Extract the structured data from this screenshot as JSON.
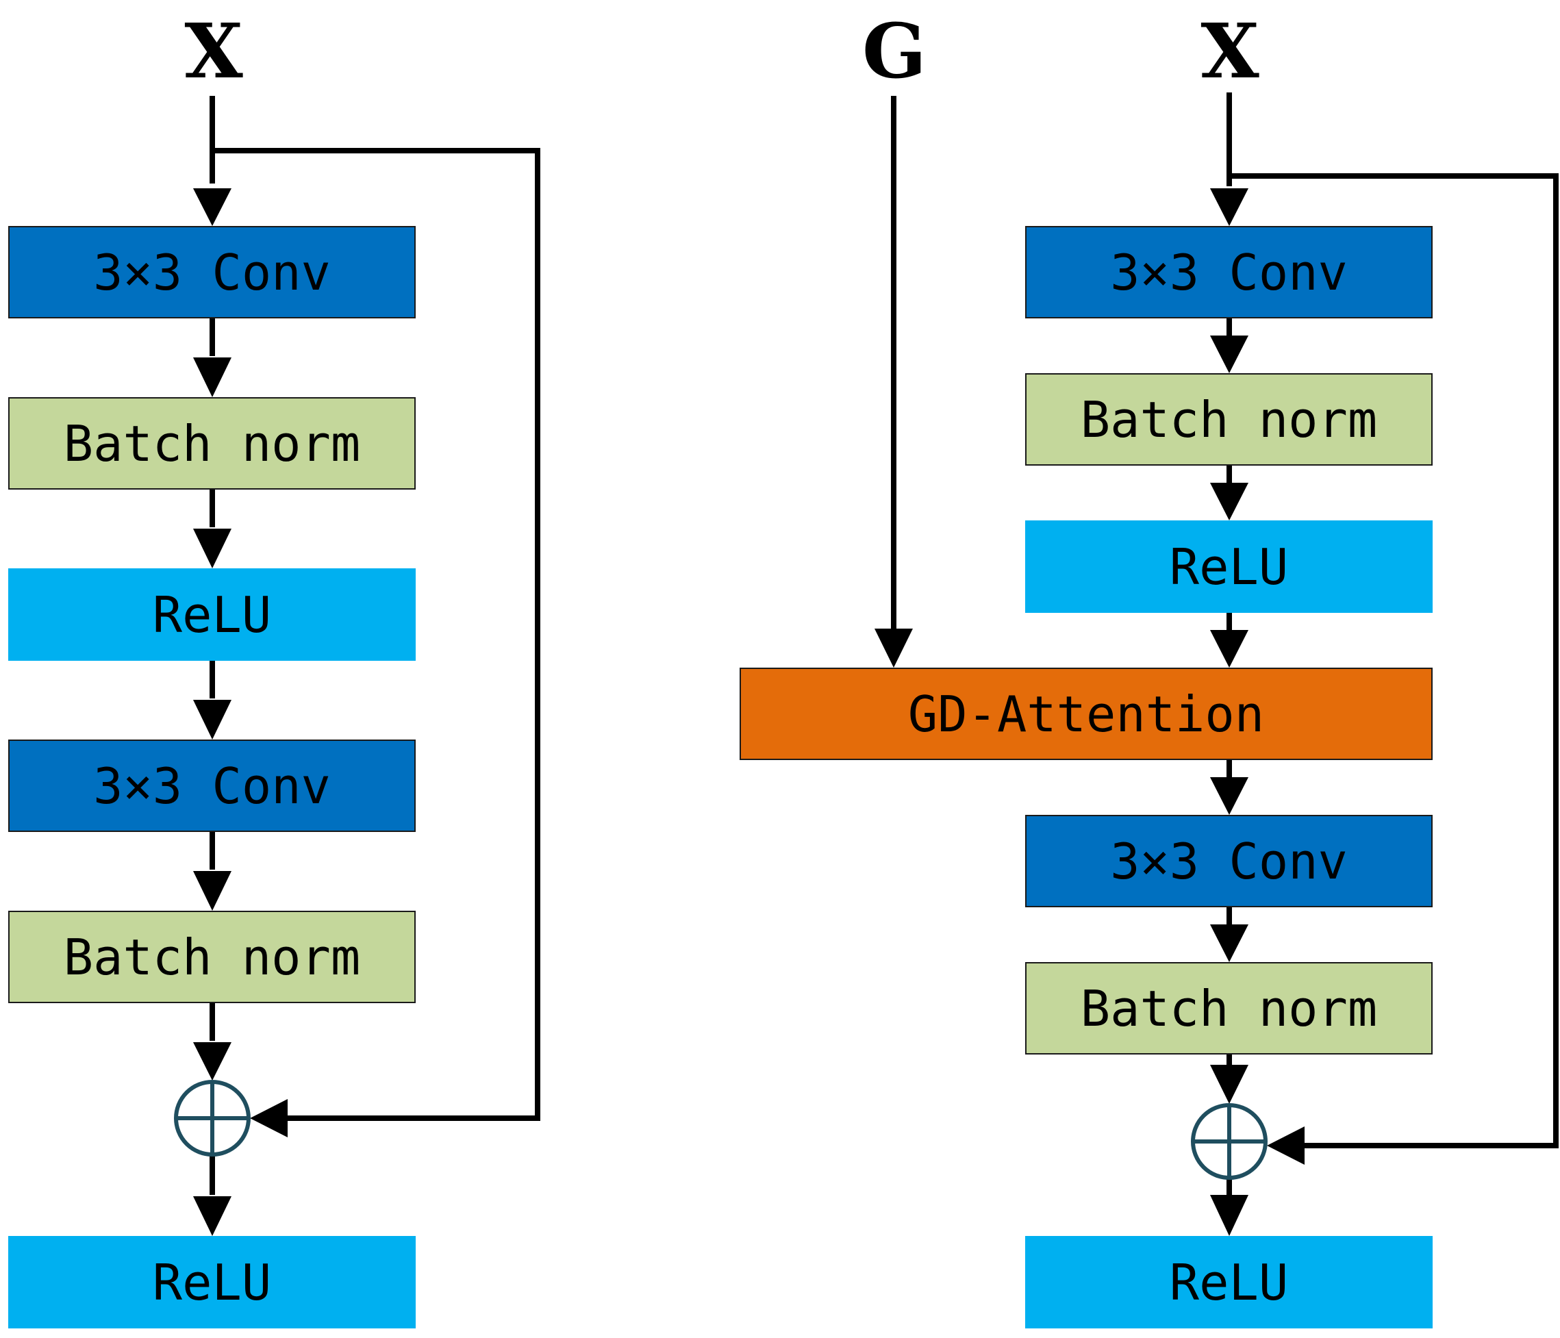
{
  "labels": {
    "x_left": "X",
    "g": "G",
    "x_right": "X"
  },
  "left_block": {
    "conv1": "3×3 Conv",
    "bn1": "Batch norm",
    "relu1": "ReLU",
    "conv2": "3×3 Conv",
    "bn2": "Batch norm",
    "relu_out": "ReLU"
  },
  "right_block": {
    "conv1": "3×3 Conv",
    "bn1": "Batch norm",
    "relu1": "ReLU",
    "attention": "GD-Attention",
    "conv2": "3×3 Conv",
    "bn2": "Batch norm",
    "relu_out": "ReLU"
  },
  "colors": {
    "conv": "#0070c0",
    "batch_norm": "#c4d79b",
    "relu": "#00b0f0",
    "attention": "#e46c0a",
    "adder_stroke": "#1f4e5f"
  }
}
